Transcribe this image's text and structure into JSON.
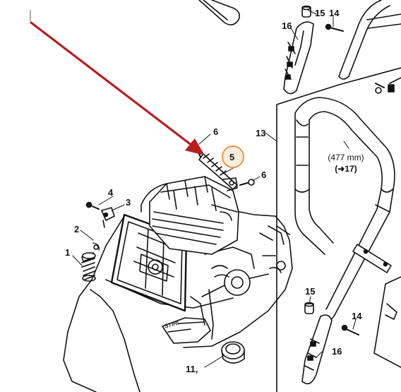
{
  "callouts": {
    "c1": "1",
    "c2": "2",
    "c3": "3",
    "c4": "4",
    "c5": "5",
    "c6a": "6",
    "c6b": "6",
    "c11": "11,",
    "c13": "13",
    "c14a": "14",
    "c14b": "14",
    "c15a": "15",
    "c15b": "15",
    "c16a": "16",
    "c16b": "16"
  },
  "handlebar_note": {
    "length": "(477 mm)",
    "reference_arrow": "➜",
    "reference": "17"
  },
  "brand_mark": "STIHL",
  "colors": {
    "pointer_arrow": "#b5201e",
    "highlight_ring": "#e8954a",
    "highlight_fill": "#fdeedd",
    "line": "#111111"
  }
}
